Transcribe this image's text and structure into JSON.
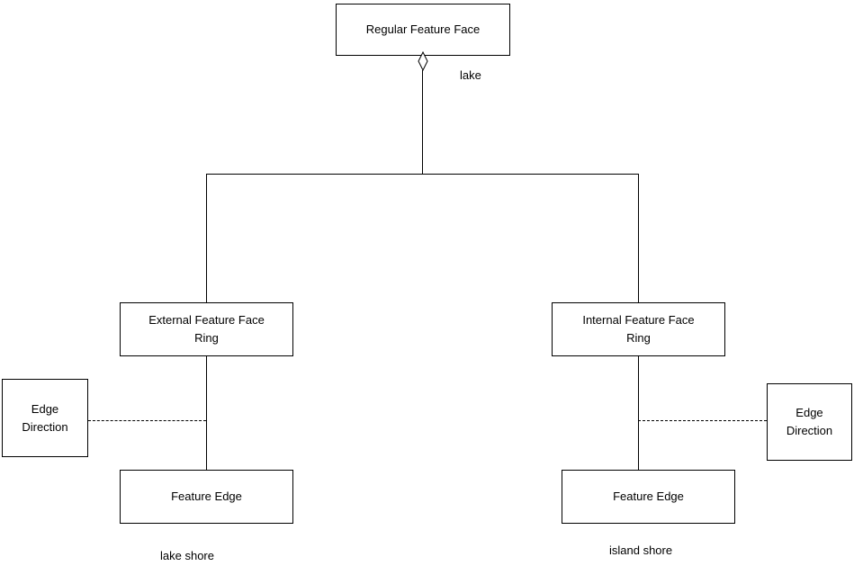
{
  "colors": {
    "line": "#000000",
    "background": "#ffffff",
    "text": "#000000"
  },
  "icons": {
    "aggregation_diamond": "◇"
  },
  "nodes": [
    {
      "id": "regular-feature-face",
      "label": "Regular Feature Face"
    },
    {
      "id": "external-feature-face-ring",
      "label": "External Feature Face\nRing"
    },
    {
      "id": "internal-feature-face-ring",
      "label": "Internal Feature Face\nRing"
    },
    {
      "id": "edge-direction-left",
      "label": "Edge\nDirection"
    },
    {
      "id": "edge-direction-right",
      "label": "Edge\nDirection"
    },
    {
      "id": "feature-edge-left",
      "label": "Feature Edge"
    },
    {
      "id": "feature-edge-right",
      "label": "Feature Edge"
    }
  ],
  "edge_labels": [
    {
      "id": "lake",
      "text": "lake"
    },
    {
      "id": "lake-shore",
      "text": "lake shore"
    },
    {
      "id": "island-shore",
      "text": "island shore"
    }
  ]
}
